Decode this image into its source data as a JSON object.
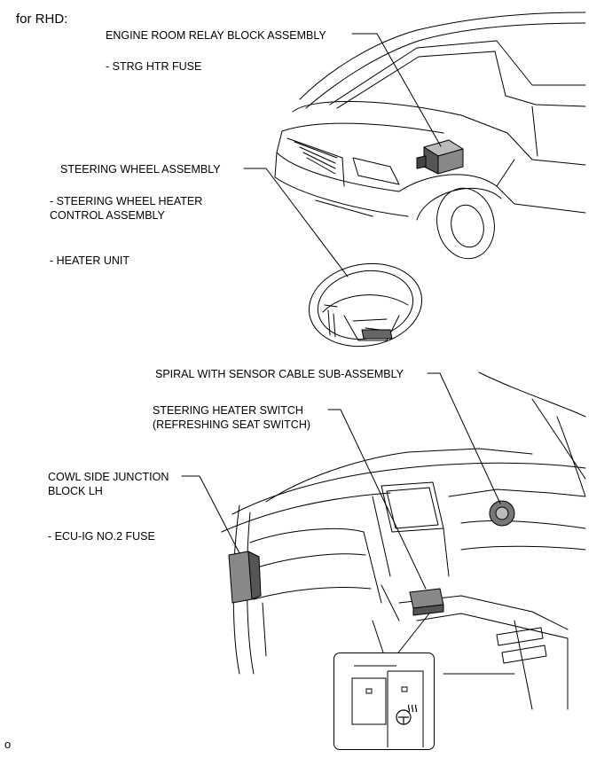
{
  "header": "for RHD:",
  "footer_code": "o",
  "labels": {
    "engine_room_relay": "ENGINE ROOM RELAY BLOCK ASSEMBLY",
    "strg_htr_fuse": "- STRG HTR FUSE",
    "steering_wheel_assembly": "STEERING WHEEL ASSEMBLY",
    "heater_control_line1": "- STEERING WHEEL HEATER",
    "heater_control_line2": "CONTROL ASSEMBLY",
    "heater_unit": "- HEATER UNIT",
    "spiral_cable": "SPIRAL WITH SENSOR CABLE SUB-ASSEMBLY",
    "heater_switch_line1": "STEERING HEATER SWITCH",
    "heater_switch_line2": "(REFRESHING SEAT SWITCH)",
    "cowl_side_line1": "COWL SIDE JUNCTION",
    "cowl_side_line2": "BLOCK LH",
    "ecu_ig_fuse": "- ECU-IG NO.2 FUSE"
  },
  "colors": {
    "line": "#000000",
    "component": "#555555",
    "background": "#ffffff"
  }
}
